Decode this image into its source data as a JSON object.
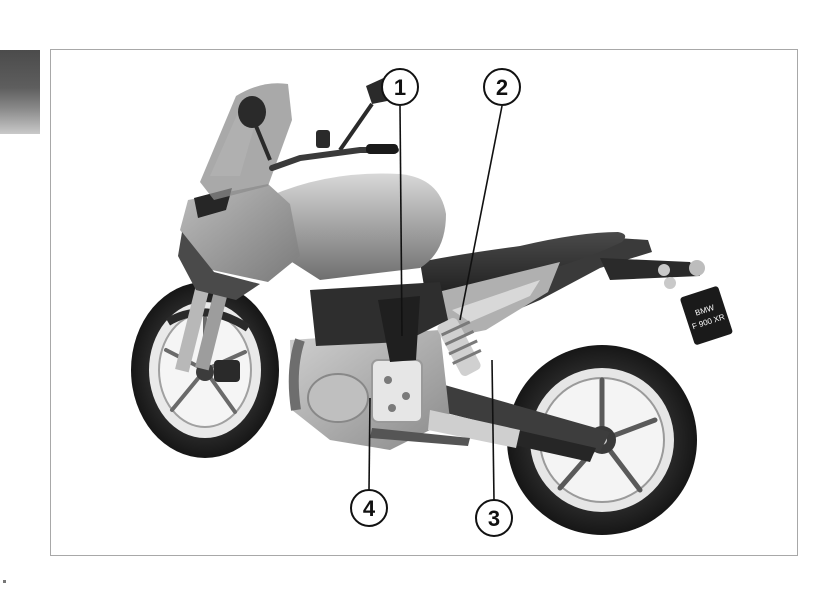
{
  "callouts": [
    {
      "label": "1"
    },
    {
      "label": "2"
    },
    {
      "label": "3"
    },
    {
      "label": "4"
    }
  ],
  "plate": {
    "line1": "BMW",
    "line2": "F 900 XR"
  },
  "colors": {
    "tab": "#555555",
    "frame": "#a8a8a8",
    "ink": "#111111"
  }
}
